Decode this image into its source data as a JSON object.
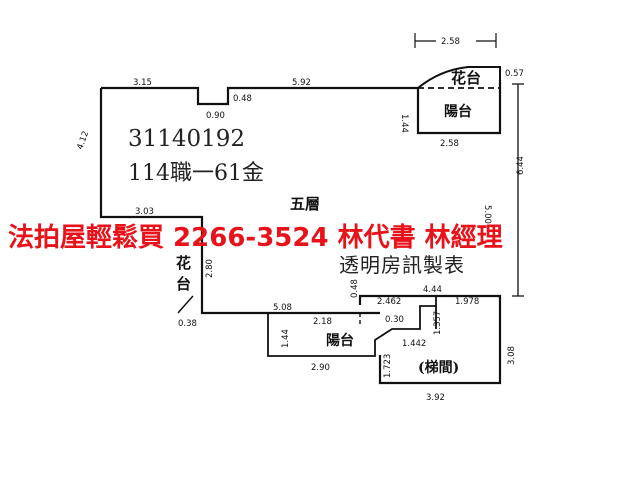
{
  "plan": {
    "code": "31140192",
    "case": "114職一61金",
    "floor": "五層",
    "watermark": "透明房訊製表",
    "banner": "法拍屋輕鬆買  2266-3524  林代書 林經理",
    "rooms": {
      "balcony_top": "陽台",
      "balcony_bottom": "陽台",
      "stairs": "(梯間)",
      "planter_top": "花台",
      "planter_left_1": "花",
      "planter_left_2": "台"
    },
    "dims": {
      "d258_top": "2.58",
      "d057": "0.57",
      "d315": "3.15",
      "d592": "5.92",
      "d090": "0.90",
      "d048_top": "0.48",
      "d144_top": "1.44",
      "d258_bal": "2.58",
      "d644": "6.44",
      "d412": "4.12",
      "d303": "3.03",
      "d500": "5.00",
      "d280": "2.80",
      "d038": "0.38",
      "d508": "5.08",
      "d048_mid": "0.48",
      "d444": "4.44",
      "d2462": "2.462",
      "d1978": "1.978",
      "d218": "2.18",
      "d030": "0.30",
      "d1357": "1.357",
      "d144_bot": "1.44",
      "d1442": "1.442",
      "d1723": "1.723",
      "d290": "2.90",
      "d308": "3.08",
      "d392": "3.92"
    }
  }
}
